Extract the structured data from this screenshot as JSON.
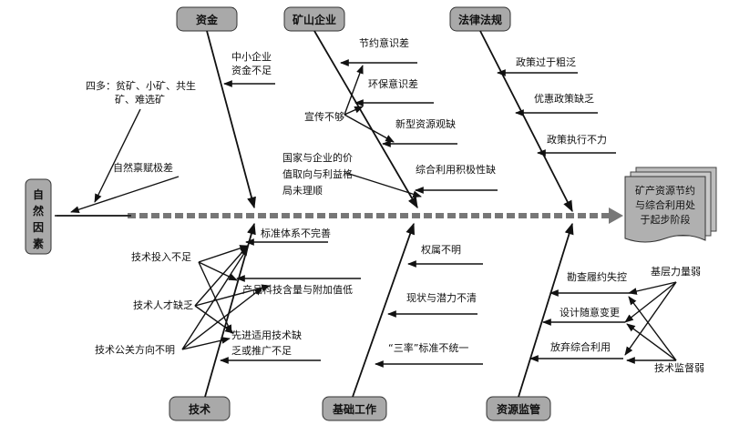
{
  "categories": {
    "capital": "资金",
    "mining_enterprise": "矿山企业",
    "laws": "法律法规",
    "nature_c1": "自",
    "nature_c2": "然",
    "nature_c3": "因",
    "nature_c4": "素",
    "technology": "技术",
    "basic_work": "基础工作",
    "resource_supervision": "资源监管"
  },
  "head": {
    "line1": "矿产资源节约",
    "line2": "与综合利用处",
    "line3": "于起步阶段"
  },
  "causes": {
    "sme_capital_1": "中小企业",
    "sme_capital_2": "资金不足",
    "four_many_1": "四多：贫矿、小矿、共生",
    "four_many_2": "矿、难选矿",
    "poor_endowment": "自然禀赋极差",
    "saving_awareness": "节约意识差",
    "env_awareness": "环保意识差",
    "publicity": "宣传不够",
    "new_resource_view": "新型资源观缺",
    "value_1": "国家与企业的价",
    "value_2": "值取向与利益格",
    "value_3": "局未理顺",
    "utilization_motivation": "综合利用积极性缺",
    "policy_rough": "政策过于粗泛",
    "preferential_policy": "优惠政策缺乏",
    "policy_enforcement": "政策执行不力",
    "tech_investment": "技术投入不足",
    "standard_system": "标准体系不完善",
    "tech_talent": "技术人才缺乏",
    "product_tech": "产品科技含量与附加值低",
    "tech_direction": "技术公关方向不明",
    "advanced_tech_1": "先进适用技术缺",
    "advanced_tech_2": "乏或推广不足",
    "ownership": "权属不明",
    "status_potential": "现状与潜力不清",
    "three_rates": "“三率”标准不统一",
    "exploration": "勘查履约失控",
    "design_change": "设计随意变更",
    "abandon_utilization": "放弃综合利用",
    "grassroots_weak": "基层力量弱",
    "tech_supervision_weak": "技术监督弱"
  }
}
